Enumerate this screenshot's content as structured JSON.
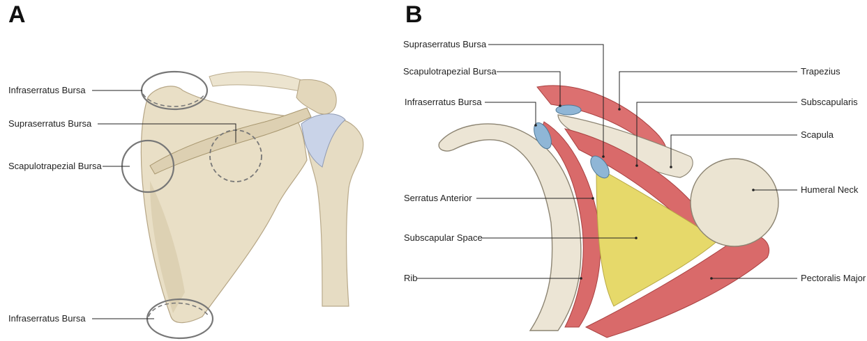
{
  "panel_a": {
    "letter": "A",
    "labels": {
      "infraserratus_top": "Infraserratus Bursa",
      "supraserratus": "Supraserratus Bursa",
      "scapulotrapezial": "Scapulotrapezial Bursa",
      "infraserratus_bottom": "Infraserratus Bursa"
    }
  },
  "panel_b": {
    "letter": "B",
    "left_labels": {
      "supraserratus": "Supraserratus Bursa",
      "scapulotrapezial": "Scapulotrapezial Bursa",
      "infraserratus": "Infraserratus Bursa",
      "serratus_anterior": "Serratus Anterior",
      "subscapular_space": "Subscapular Space",
      "rib": "Rib"
    },
    "right_labels": {
      "trapezius": "Trapezius",
      "subscapularis": "Subscapularis",
      "scapula": "Scapula",
      "humeral_neck": "Humeral Neck",
      "pectoralis_major": "Pectoralis Major"
    }
  },
  "colors": {
    "bone": "#e8dcc0",
    "bone_shadow": "#c9b58f",
    "muscle": "#d96a6a",
    "muscle_dark": "#b84a4a",
    "fat": "#e6d96a",
    "bursa": "#8fb6d6",
    "circle": "#777777",
    "cartilage": "#c9d3e8"
  }
}
